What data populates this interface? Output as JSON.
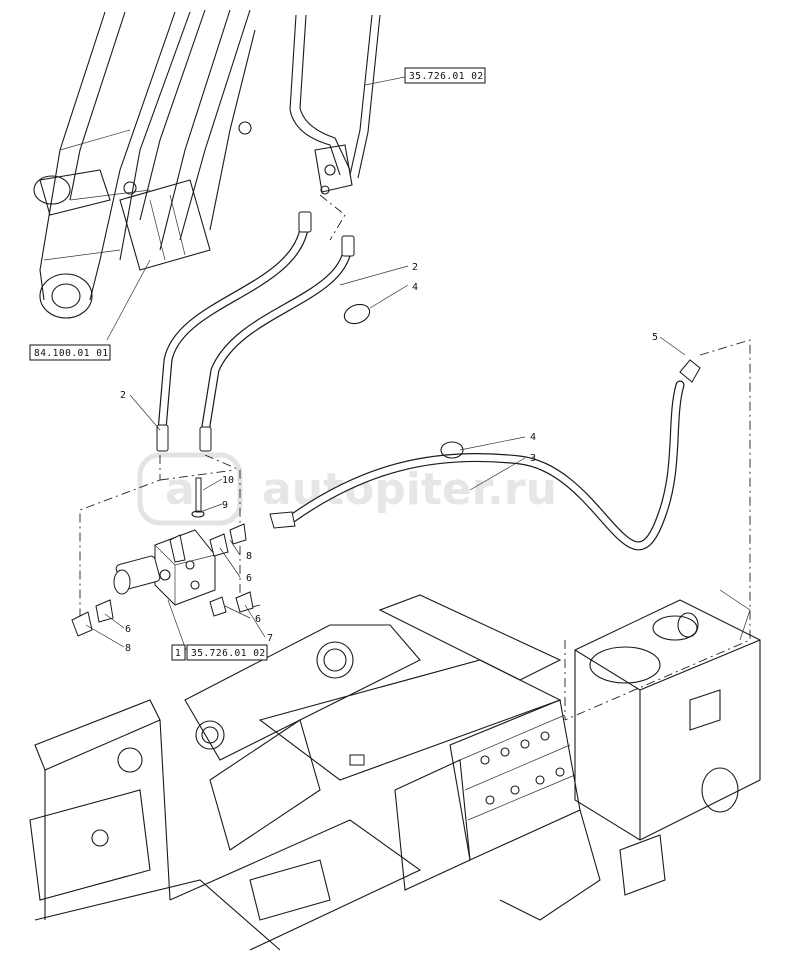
{
  "watermark": {
    "text": "autopiter.ru",
    "logo_glyph": "a"
  },
  "reference_codes": [
    {
      "id": "ref-top",
      "text": "35.726.01 02"
    },
    {
      "id": "ref-left",
      "text": "84.100.01 01"
    },
    {
      "id": "ref-bottom",
      "text": "35.726.01 02",
      "prefix": "1"
    }
  ],
  "callouts": [
    {
      "id": "c2a",
      "text": "2"
    },
    {
      "id": "c4a",
      "text": "4"
    },
    {
      "id": "c5",
      "text": "5"
    },
    {
      "id": "c2b",
      "text": "2"
    },
    {
      "id": "c4b",
      "text": "4"
    },
    {
      "id": "c3",
      "text": "3"
    },
    {
      "id": "c10",
      "text": "10"
    },
    {
      "id": "c9",
      "text": "9"
    },
    {
      "id": "c8a",
      "text": "8"
    },
    {
      "id": "c6a",
      "text": "6"
    },
    {
      "id": "c6b",
      "text": "6"
    },
    {
      "id": "c7",
      "text": "7"
    },
    {
      "id": "c6c",
      "text": "6"
    },
    {
      "id": "c8b",
      "text": "8"
    }
  ]
}
